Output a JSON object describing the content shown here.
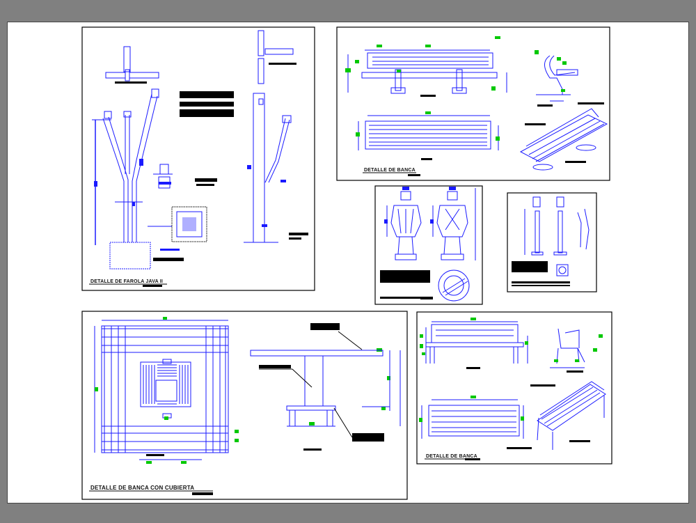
{
  "canvas": {
    "background": "#808080",
    "sheet": "#ffffff",
    "line_color": "#1a1aff",
    "dim_color": "#00c800",
    "text_block_color": "#000000"
  },
  "panels": {
    "farola": {
      "title": "DETALLE DE FAROLA JAVA II"
    },
    "banca_1": {
      "title": "DETALLE DE BANCA"
    },
    "papelera": {
      "title": ""
    },
    "bolardo": {
      "title": ""
    },
    "banca_cubierta": {
      "title": "DETALLE DE BANCA CON CUBIERTA"
    },
    "banca_2": {
      "title": "DETALLE DE BANCA"
    }
  }
}
